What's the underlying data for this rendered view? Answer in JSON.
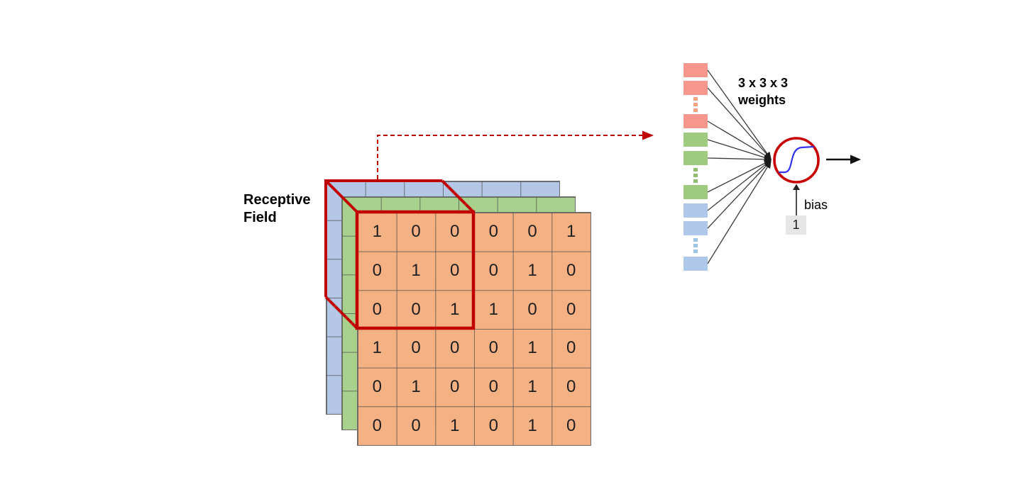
{
  "diagram": "cnn-receptive-field-neuron",
  "labels": {
    "receptive_field": "Receptive\nField",
    "weights": "3 x 3 x 3\nweights",
    "bias": "bias",
    "bias_input_value": "1"
  },
  "input_volume": {
    "grid_rows": 6,
    "grid_cols": 6,
    "channels": 3,
    "front_values": [
      [
        1,
        0,
        0,
        0,
        0,
        1
      ],
      [
        0,
        1,
        0,
        0,
        1,
        0
      ],
      [
        0,
        0,
        1,
        1,
        0,
        0
      ],
      [
        1,
        0,
        0,
        0,
        1,
        0
      ],
      [
        0,
        1,
        0,
        0,
        1,
        0
      ],
      [
        0,
        0,
        1,
        0,
        1,
        0
      ]
    ],
    "colors": {
      "back_layer": "#B4C7E7",
      "middle_layer": "#A9D18E",
      "front_layer": "#F4B183",
      "grid_line": "#6e6e6e"
    }
  },
  "receptive_field_box": {
    "size": "3 x 3",
    "outline_color": "#C00000"
  },
  "weight_inputs": {
    "groups": [
      {
        "name": "red-channel",
        "color": "#F6968C",
        "squares": 3
      },
      {
        "name": "green-channel",
        "color": "#9FCB80",
        "squares": 3
      },
      {
        "name": "blue-channel",
        "color": "#AFC8E9",
        "squares": 3
      }
    ],
    "connections": 9
  },
  "neuron": {
    "activation": "sigmoid",
    "outline_color": "#C00000",
    "curve_color": "#3333EE"
  }
}
